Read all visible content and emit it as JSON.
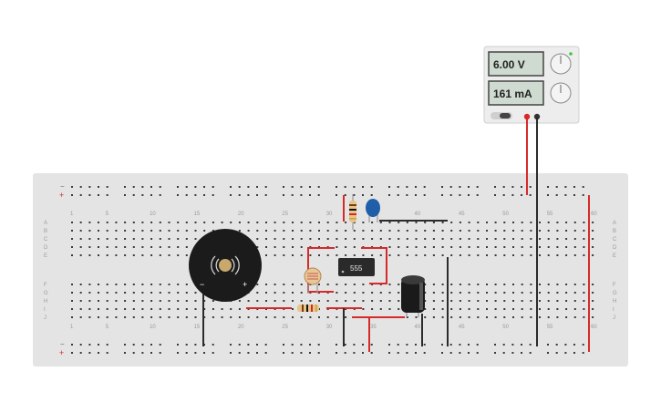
{
  "power_supply": {
    "voltage_display": "6.00 V",
    "current_display": "161 mA"
  },
  "breadboard": {
    "column_numbers": [
      "1",
      "5",
      "10",
      "15",
      "20",
      "25",
      "30",
      "35",
      "40",
      "45",
      "50",
      "55",
      "60"
    ],
    "row_letters_top": [
      "A",
      "B",
      "C",
      "D",
      "E"
    ],
    "row_letters_bottom": [
      "F",
      "G",
      "H",
      "I",
      "J"
    ],
    "rail_minus": "−",
    "rail_plus": "+"
  },
  "components": {
    "ic_label": "555",
    "buzzer_minus": "−",
    "buzzer_plus": "+"
  },
  "colors": {
    "wire_red": "#d62a2a",
    "wire_black": "#2b2b2b",
    "board": "#e6e6e6",
    "psu_body": "#ededed"
  }
}
